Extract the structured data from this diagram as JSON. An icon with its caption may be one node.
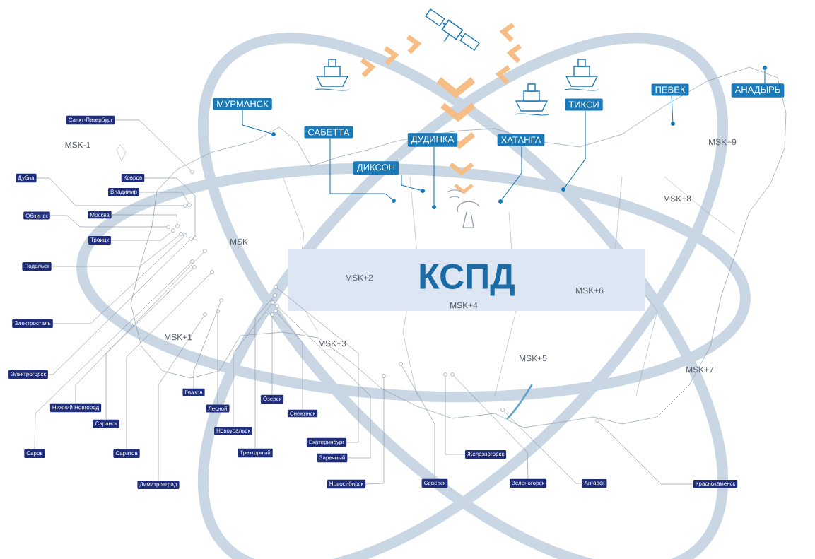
{
  "diagram": {
    "nodes": [
      {
        "text": [
          "МУРМАНСК"
        ]
      },
      {
        "text": [
          "ПЕВЕК"
        ]
      },
      {
        "text": [
          "АНАДЫРЬ"
        ]
      },
      {
        "text": [
          "ТИКСИ"
        ]
      },
      {
        "text": [
          "САБЕТТА"
        ]
      },
      {
        "text": [
          "ДУДИНКА"
        ]
      },
      {
        "text": [
          "ХАТАНГА"
        ]
      },
      {
        "text": [
          "ДИКСОН"
        ]
      },
      {
        "text": [
          "Санкт-Петербург"
        ]
      },
      {
        "text": [
          "Ковров"
        ]
      },
      {
        "text": [
          "Владимир"
        ]
      },
      {
        "text": [
          "Дубна"
        ]
      },
      {
        "text": [
          "Москва"
        ]
      },
      {
        "text": [
          "Обнинск"
        ]
      },
      {
        "text": [
          "Троицк"
        ]
      },
      {
        "text": [
          "Подольск"
        ]
      },
      {
        "text": [
          "Электросталь"
        ]
      },
      {
        "text": [
          "Электрогорск"
        ]
      },
      {
        "text": [
          "Нижний Новгород"
        ]
      },
      {
        "text": [
          "Саров"
        ]
      },
      {
        "text": [
          "Саранск"
        ]
      },
      {
        "text": [
          "Саратов"
        ]
      },
      {
        "text": [
          "Димитровград"
        ]
      },
      {
        "text": [
          "Глазов"
        ]
      },
      {
        "text": [
          "Лесной"
        ]
      },
      {
        "text": [
          "Новоуральск"
        ]
      },
      {
        "text": [
          "Трехгорный"
        ]
      },
      {
        "text": [
          "Озерск"
        ]
      },
      {
        "text": [
          "Снежинск"
        ]
      },
      {
        "text": [
          "Екатеринбург"
        ]
      },
      {
        "text": [
          "Заречный"
        ]
      },
      {
        "text": [
          "Новосибирск"
        ]
      },
      {
        "text": [
          "Северск"
        ]
      },
      {
        "text": [
          "Железногорск"
        ]
      },
      {
        "text": [
          "Зеленогорск"
        ]
      },
      {
        "text": [
          "Ангарск"
        ]
      },
      {
        "text": [
          "Краснокаменск"
        ]
      },
      {
        "text": [
          "КСПД"
        ]
      },
      {
        "text": [],
        "shape": "circle"
      },
      {
        "text": [],
        "shape": "circle"
      },
      {
        "text": [],
        "shape": "circle"
      },
      {
        "text": [],
        "shape": "circle"
      },
      {
        "text": [],
        "shape": "circle"
      },
      {
        "text": [],
        "shape": "circle"
      },
      {
        "text": [],
        "shape": "circle"
      },
      {
        "text": [],
        "shape": "circle"
      },
      {
        "text": [],
        "shape": "circle"
      },
      {
        "text": [],
        "shape": "circle"
      },
      {
        "text": [],
        "shape": "circle"
      },
      {
        "text": [],
        "shape": "circle"
      },
      {
        "text": [],
        "shape": "circle"
      },
      {
        "text": [],
        "shape": "circle"
      },
      {
        "text": [],
        "shape": "circle"
      },
      {
        "text": [],
        "shape": "circle"
      },
      {
        "text": [],
        "shape": "circle"
      },
      {
        "text": [],
        "shape": "circle"
      },
      {
        "text": [],
        "shape": "circle"
      },
      {
        "text": [],
        "shape": "circle"
      },
      {
        "text": [],
        "shape": "circle"
      },
      {
        "text": [],
        "shape": "circle"
      },
      {
        "text": [],
        "shape": "circle"
      },
      {
        "text": [],
        "shape": "circle"
      },
      {
        "text": [],
        "shape": "circle"
      },
      {
        "text": [],
        "shape": "circle"
      },
      {
        "text": [],
        "shape": "circle"
      },
      {
        "text": [],
        "shape": "circle"
      },
      {
        "text": [],
        "shape": "circle"
      },
      {
        "text": [],
        "shape": "circle"
      },
      {
        "text": [],
        "shape": "circle"
      },
      {
        "text": [],
        "shape": "circle"
      },
      {
        "text": [],
        "shape": "circle"
      },
      {
        "text": [],
        "shape": "circle"
      },
      {
        "text": [],
        "shape": "circle"
      },
      {
        "text": [],
        "shape": "circle"
      },
      {
        "text": [],
        "shape": "circle"
      }
    ],
    "edges": [
      {
        "from": 0,
        "to": 38,
        "arrow": "none",
        "color": "#1a7ab8"
      },
      {
        "from": 1,
        "to": 39,
        "arrow": "none",
        "color": "#1a7ab8"
      },
      {
        "from": 2,
        "to": 40,
        "arrow": "none",
        "color": "#1a7ab8"
      },
      {
        "from": 3,
        "to": 41,
        "arrow": "none",
        "color": "#1a7ab8"
      },
      {
        "from": 4,
        "to": 42,
        "arrow": "none",
        "color": "#1a7ab8"
      },
      {
        "from": 5,
        "to": 43,
        "arrow": "none",
        "color": "#1a7ab8"
      },
      {
        "from": 6,
        "to": 44,
        "arrow": "none",
        "color": "#1a7ab8"
      },
      {
        "from": 7,
        "to": 45,
        "arrow": "none",
        "color": "#1a7ab8"
      },
      {
        "from": 8,
        "to": 46,
        "arrow": "none"
      },
      {
        "from": 9,
        "to": 47,
        "arrow": "none"
      },
      {
        "from": 10,
        "to": 48,
        "arrow": "none"
      },
      {
        "from": 11,
        "to": 49,
        "arrow": "none"
      },
      {
        "from": 12,
        "to": 50,
        "arrow": "none"
      },
      {
        "from": 13,
        "to": 51,
        "arrow": "none"
      },
      {
        "from": 14,
        "to": 52,
        "arrow": "none"
      },
      {
        "from": 15,
        "to": 53,
        "arrow": "none"
      },
      {
        "from": 16,
        "to": 54,
        "arrow": "none"
      },
      {
        "from": 17,
        "to": 55,
        "arrow": "none"
      },
      {
        "from": 18,
        "to": 56,
        "arrow": "none"
      },
      {
        "from": 19,
        "to": 57,
        "arrow": "none"
      },
      {
        "from": 20,
        "to": 58,
        "arrow": "none"
      },
      {
        "from": 21,
        "to": 59,
        "arrow": "none"
      },
      {
        "from": 22,
        "to": 60,
        "arrow": "none"
      },
      {
        "from": 23,
        "to": 61,
        "arrow": "none"
      },
      {
        "from": 24,
        "to": 62,
        "arrow": "none"
      },
      {
        "from": 25,
        "to": 63,
        "arrow": "none"
      },
      {
        "from": 26,
        "to": 64,
        "arrow": "none"
      },
      {
        "from": 27,
        "to": 65,
        "arrow": "none"
      },
      {
        "from": 28,
        "to": 66,
        "arrow": "none"
      },
      {
        "from": 29,
        "to": 67,
        "arrow": "none"
      },
      {
        "from": 30,
        "to": 68,
        "arrow": "none"
      },
      {
        "from": 31,
        "to": 69,
        "arrow": "none"
      },
      {
        "from": 32,
        "to": 70,
        "arrow": "none"
      },
      {
        "from": 33,
        "to": 71,
        "arrow": "none"
      },
      {
        "from": 34,
        "to": 72,
        "arrow": "none"
      },
      {
        "from": 35,
        "to": 73,
        "arrow": "none"
      },
      {
        "from": 36,
        "to": 74,
        "arrow": "none"
      }
    ],
    "labels": [
      "MSK+9",
      "MSK-1",
      "MSK+8",
      "MSK",
      "MSK+2",
      "MSK+6",
      "MSK+4",
      "MSK+1",
      "MSK+3",
      "MSK+5",
      "MSK+7"
    ]
  }
}
